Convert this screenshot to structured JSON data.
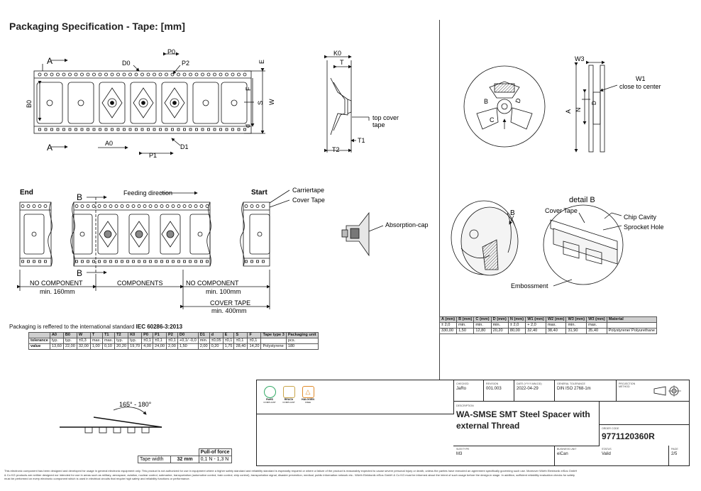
{
  "title": "Packaging Specification - Tape: [mm]",
  "labels": {
    "A": "A",
    "B": "B",
    "D0": "D0",
    "P0": "P0",
    "P2": "P2",
    "E": "E",
    "F": "F",
    "S": "S",
    "W": "W",
    "B0": "B0",
    "d": "d",
    "A0": "A0",
    "P1": "P1",
    "D1": "D1",
    "K0": "K0",
    "T": "T",
    "T1": "T1",
    "T2": "T2",
    "top_cover_tape": [
      "top cover",
      "tape"
    ],
    "W3": "W3",
    "W1": [
      "W1",
      "close to center"
    ],
    "N": "N",
    "C": "C",
    "D": "D",
    "detail_b": "detail B",
    "cover_tape_c": "Cover Tape",
    "chip_cavity": "Chip Cavity",
    "sprocket_hole": "Sprocket Hole",
    "embossment": "Embossment",
    "end": "End",
    "start": "Start",
    "feeding_direction": "Feeding direction",
    "carriertape": "Carriertape",
    "cover_tape": "Cover Tape",
    "absorption_cap": "Absorption-cap",
    "no_component_left": [
      "NO COMPONENT",
      "min. 160mm"
    ],
    "components": "COMPONENTS",
    "no_component_right": [
      "NO COMPONENT",
      "min. 100mm"
    ],
    "cover_tape_min": [
      "COVER TAPE",
      "min. 400mm"
    ],
    "angle": "165° - 180°"
  },
  "standard_note": {
    "prefix": "Packaging is reffered to the international standard ",
    "standard": "IEC 60286-3:2013"
  },
  "tape_table": {
    "header": [
      "",
      "A0",
      "B0",
      "W",
      "T",
      "T1",
      "T2",
      "K0",
      "P0",
      "P1",
      "P2",
      "D0",
      "D1",
      "d",
      "E",
      "S",
      "F",
      "Tape type 3",
      "Packaging unit"
    ],
    "rows": [
      [
        "tolerance",
        "typ.",
        "typ.",
        "±0,3",
        "max.",
        "max.",
        "typ.",
        "typ.",
        "±0,1",
        "±0,1",
        "±0,1",
        "+0,1/ -0,0",
        "min.",
        "±0,05",
        "±0,1",
        "±0,1",
        "±0,1",
        "",
        "pcs."
      ],
      [
        "value",
        "13,60",
        "22,00",
        "32,00",
        "1,00",
        "0,10",
        "20,20",
        "19,70",
        "4,00",
        "24,00",
        "2,00",
        "1,50",
        "2,00",
        "0,20",
        "1,75",
        "28,40",
        "14,20",
        "Polystyrene",
        "180"
      ]
    ]
  },
  "reel_table": {
    "header": [
      "A (mm)",
      "B (mm)",
      "C (mm)",
      "D (mm)",
      "N (mm)",
      "W1 (mm)",
      "W2 (mm)",
      "W3 (mm)",
      "W3 (mm)",
      "Material"
    ],
    "rows": [
      [
        "± 2,0",
        "min.",
        "min.",
        "min.",
        "± 2,0",
        "+ 2,0",
        "max.",
        "min.",
        "max.",
        ""
      ],
      [
        "330,00",
        "1,50",
        "12,80",
        "20,20",
        "80,00",
        "32,40",
        "38,40",
        "31,90",
        "35,40",
        "Polystyrene/ Polyurethane"
      ]
    ]
  },
  "pull_table": {
    "header": "Pull-of force",
    "label": "Tape width",
    "width": "32 mm",
    "force": "0,1 N - 1,3 N"
  },
  "title_block": {
    "badges": [
      {
        "name": "RoHS",
        "sub": "COMPLIANT"
      },
      {
        "name": "REACh",
        "sub": "COMPLIANT"
      },
      {
        "name": "HALOGEN",
        "sub": "FREE"
      }
    ],
    "checked": {
      "label": "CHECKED",
      "value": "JaRo"
    },
    "revision": {
      "label": "REVISION",
      "value": "001.003"
    },
    "date": {
      "label": "DATE (YYYY-MM-DD)",
      "value": "2022-04-29"
    },
    "tolerance": {
      "label": "GENERAL TOLERANCE",
      "value": "DIN ISO 2768-1m"
    },
    "projection": {
      "label": "PROJECTION METHOD"
    },
    "description": {
      "label": "DESCRIPTION",
      "value": "WA-SMSE SMT Steel Spacer with external Thread"
    },
    "order_code": {
      "label": "ORDER CODE",
      "value": "9771120360R"
    },
    "size_type": {
      "label": "SIZE/TYPE",
      "value": "M3"
    },
    "business_unit": {
      "label": "BUSINESS UNIT",
      "value": "eiCan"
    },
    "status": {
      "label": "STATUS",
      "value": "Valid"
    },
    "page": {
      "label": "PAGE",
      "value": "2/5"
    }
  },
  "disclaimer": [
    "This electronic component has been designed and developed for usage in general electronic equipment only. This product is not authorized for use in equipment where a higher safety standard and reliability standard is especially required or where a failure of the product is reasonably expected to cause severe personal injury or death, unless the parties have executed an agreement specifically governing such use. Moreover Würth Elektronik eiSos GmbH",
    "& Co KG products are neither designed nor intended for use in areas such as military, aerospace, aviation, nuclear control, submarine, transportation (automotive control, train control, ship control), transportation signal, disaster prevention, medical, public information network etc.. Würth Elektronik eiSos GmbH & Co KG must be informed about the intent of such usage before the design-in stage. In addition, sufficient reliability evaluation checks for safety",
    "must be performed on every electronic component which is used in electrical circuits that require high safety and reliability functions or performance."
  ]
}
